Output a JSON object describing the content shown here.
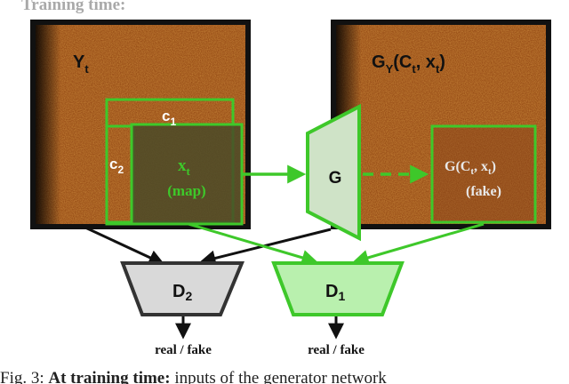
{
  "heading": "Training time:",
  "left_image": {
    "label_base": "Y",
    "label_sub": "t"
  },
  "right_image": {
    "label": "G",
    "label_sub": "Y",
    "label_args_pre": "(C",
    "label_args_sub": "t",
    "label_args_post": ", x",
    "label_args_sub2": "t",
    "label_args_end": ")"
  },
  "crop_c1": {
    "base": "c",
    "sub": "1"
  },
  "crop_c2": {
    "base": "c",
    "sub": "2"
  },
  "map_box": {
    "line1_base": "x",
    "line1_sub": "t",
    "line2": "(map)"
  },
  "generator": {
    "label": "G"
  },
  "fake_box": {
    "line1_pre": "G(C",
    "line1_sub": "t",
    "line1_mid": ", x",
    "line1_sub2": "t",
    "line1_end": ")",
    "line2": "(fake)"
  },
  "discriminator_2": {
    "base": "D",
    "sub": "2",
    "output": "real / fake"
  },
  "discriminator_1": {
    "base": "D",
    "sub": "1",
    "output": "real / fake"
  },
  "caption": {
    "prefix": "Fig. 3: ",
    "bold": "At training time:",
    "rest": " inputs of the generator network"
  },
  "colors": {
    "green": "#3ec82a",
    "green_dark": "#2fb01f",
    "texture_dark": "#6b2d05",
    "texture_mid": "#8a3d0c",
    "d2_fill": "#d9d9d9",
    "d1_fill": "#b9f0ae"
  }
}
